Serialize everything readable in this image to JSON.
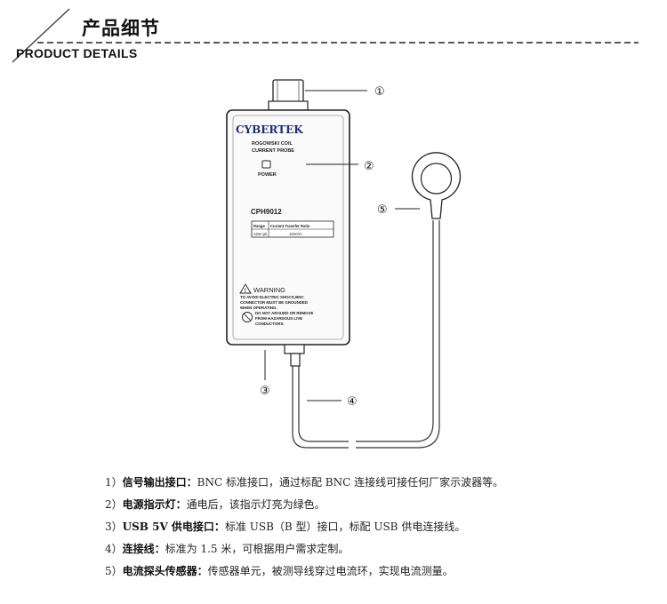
{
  "header": {
    "title_cn": "产品细节",
    "title_en": "PRODUCT DETAILS"
  },
  "device": {
    "brand": "CYBERTEK",
    "subtitle_line1": "ROGOWSKI  COIL",
    "subtitle_line2": "CURRENT  PROBE",
    "power_label": "POWER",
    "model": "CPH9012",
    "table": {
      "headers": [
        "Range",
        "Current Transfer Ratio"
      ],
      "row": [
        "120A pk",
        "10mV/A"
      ]
    },
    "warning_title": "WARNING",
    "warning_lines": [
      "TO AVOID ELECTRIC SHOCK,BNC",
      "CONNECTOR MUST BE GROUNDED",
      "WHEN OPERATING."
    ],
    "notice_lines": [
      "DO NOT AROUND OR REMOVE",
      "FROM HAZARDOUS LIVE",
      "CONDUCTORS."
    ]
  },
  "callouts": [
    "①",
    "②",
    "③",
    "④",
    "⑤"
  ],
  "descriptions": [
    {
      "num": "1）",
      "label": "信号输出接口：",
      "text": "BNC 标准接口，通过标配 BNC 连接线可接任何厂家示波器等。"
    },
    {
      "num": "2）",
      "label": "电源指示灯：",
      "text": "通电后，该指示灯亮为绿色。"
    },
    {
      "num": "3）",
      "label": "USB 5V 供电接口：",
      "text": "标准 USB（B 型）接口，标配 USB 供电连接线。"
    },
    {
      "num": "4）",
      "label": "连接线：",
      "text": "标准为 1.5 米，可根据用户需求定制。"
    },
    {
      "num": "5）",
      "label": "电流探头传感器：",
      "text": "传感器单元，被测导线穿过电流环，实现电流测量。"
    }
  ]
}
